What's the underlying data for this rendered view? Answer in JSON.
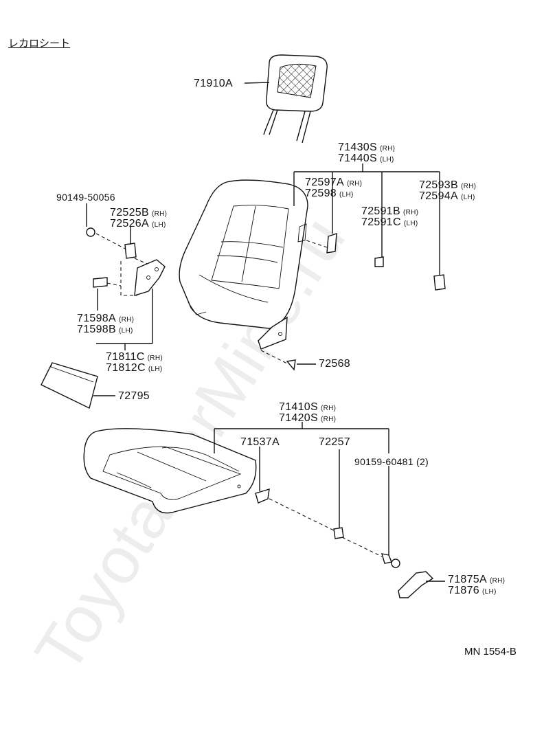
{
  "title": "レカロシート",
  "diagram_code": "MN 1554-B",
  "watermark": "ToyotaCarMine.ru",
  "labels": {
    "headrest": "71910A",
    "back_rh_part": "71430S",
    "back_rh_side": "(RH)",
    "back_lh_part": "71440S",
    "back_lh_side": "(LH)",
    "cover_a_rh": "72597A",
    "cover_a_rh_side": "(RH)",
    "cover_a_lh": "72598",
    "cover_a_lh_side": "(LH)",
    "cover_b_rh": "72593B",
    "cover_b_rh_side": "(RH)",
    "cover_b_lh": "72594A",
    "cover_b_lh_side": "(LH)",
    "bolt_a": "90149-50056",
    "hinge_rh": "72525B",
    "hinge_rh_side": "(RH)",
    "hinge_lh": "72526A",
    "hinge_lh_side": "(LH)",
    "cap_rh": "72591B",
    "cap_rh_side": "(RH)",
    "cap_lh": "72591C",
    "cap_lh_side": "(LH)",
    "cover_c_rh": "71598A",
    "cover_c_rh_side": "(RH)",
    "cover_c_lh": "71598B",
    "cover_c_lh_side": "(LH)",
    "bracket_rh": "71811C",
    "bracket_rh_side": "(RH)",
    "bracket_lh": "71812C",
    "bracket_lh_side": "(LH)",
    "clip": "72568",
    "pad": "72795",
    "cushion_rh": "71410S",
    "cushion_rh_side": "(RH)",
    "cushion_lh": "71420S",
    "cushion_lh_side": "(RH)",
    "cushion_bracket": "71537A",
    "cushion_clip": "72257",
    "bolt_b": "90159-60481 (2)",
    "cover_d_rh": "71875A",
    "cover_d_rh_side": "(RH)",
    "cover_d_lh": "71876",
    "cover_d_lh_side": "(LH)"
  }
}
